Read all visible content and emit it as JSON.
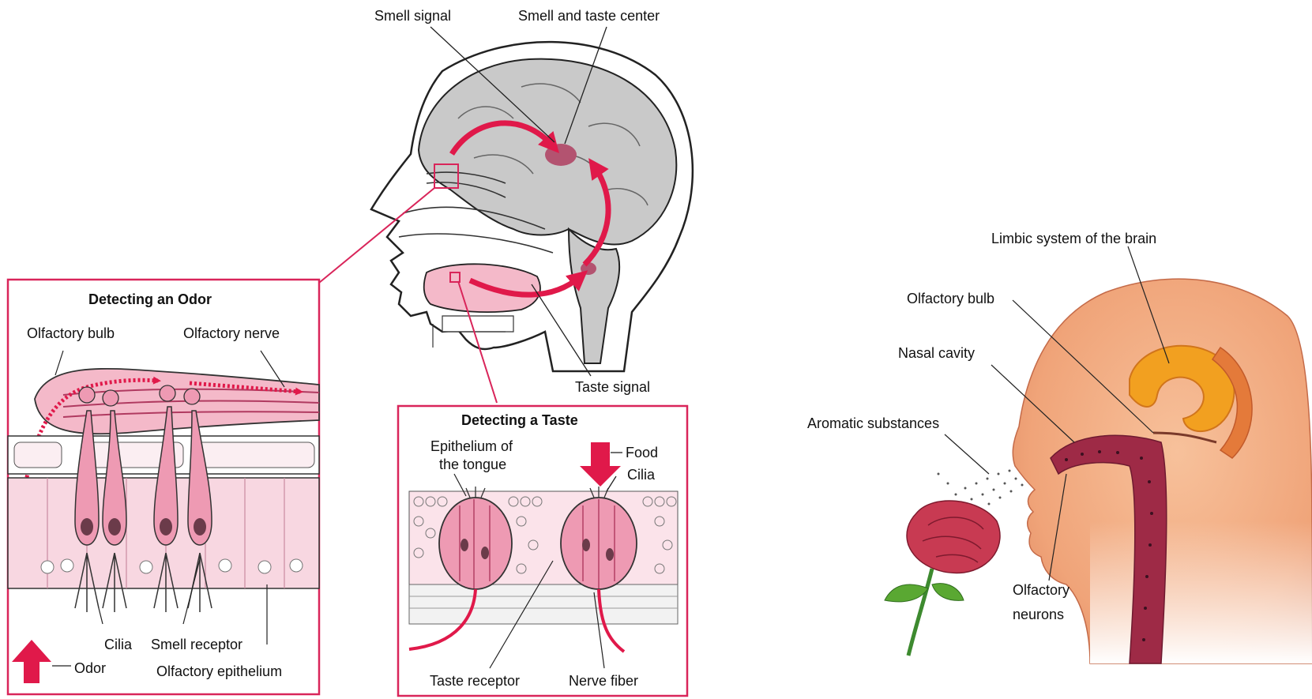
{
  "labels": {
    "smell_signal": "Smell signal",
    "smell_taste_center": "Smell and taste center",
    "taste_signal": "Taste signal",
    "odor_title": "Detecting an Odor",
    "olfactory_bulb": "Olfactory bulb",
    "olfactory_nerve": "Olfactory nerve",
    "cilia_odor": "Cilia",
    "smell_receptor": "Smell receptor",
    "odor": "Odor",
    "olfactory_epithelium": "Olfactory epithelium",
    "taste_title": "Detecting a Taste",
    "epithelium_line1": "Epithelium of",
    "epithelium_line2": "the tongue",
    "food": "Food",
    "cilia_taste": "Cilia",
    "taste_receptor": "Taste receptor",
    "nerve_fiber": "Nerve fiber",
    "limbic": "Limbic system of the brain",
    "olfactory_bulb_right": "Olfactory bulb",
    "nasal_cavity": "Nasal cavity",
    "aromatic": "Aromatic substances",
    "olf_neurons_line1": "Olfactory",
    "olf_neurons_line2": "neurons"
  },
  "colors": {
    "accent_red": "#e0194a",
    "panel_border": "#d9255a",
    "brain_gray": "#c9c9c9",
    "tissue_pink": "#f4b9c9",
    "cell_pink": "#ee9ab3",
    "skin_tan": "#f0a479",
    "limbic_orange": "#f2a020",
    "rose_red": "#c83a52"
  }
}
